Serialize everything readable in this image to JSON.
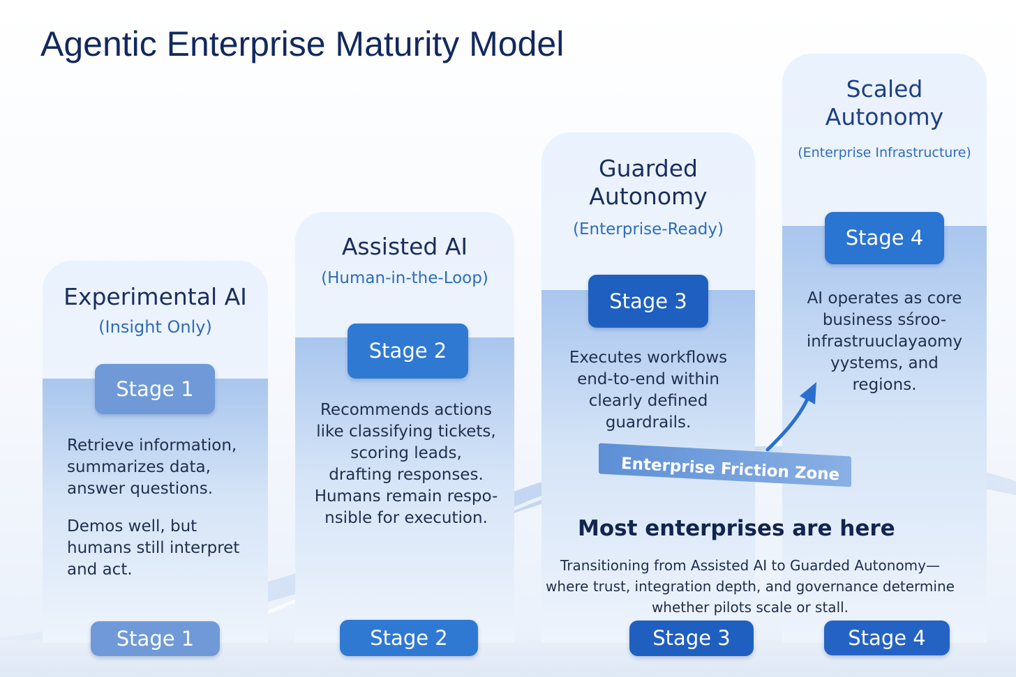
{
  "title": "Agentic Enterprise Maturity Model",
  "colors": {
    "title": "#12295e",
    "stage1_pill": "#6f9ad7",
    "stage2_pill": "#2f79d3",
    "stage3_pill": "#1f5fbf",
    "stage4_pill": "#2a74d2",
    "subtitle": "#2d6cb8"
  },
  "stages": [
    {
      "title_lines": [
        "Experimental AI"
      ],
      "subtitle": "(Insight Only)",
      "badge": "Stage 1",
      "paragraphs": [
        [
          "Retrieve information,",
          "summarizes data,",
          "answer questions."
        ],
        [
          "Demos well, but",
          "humans still interpret",
          "and act."
        ]
      ],
      "footer": "Stage 1"
    },
    {
      "title_lines": [
        "Assisted AI"
      ],
      "subtitle": "(Human-in-the-Loop)",
      "badge": "Stage 2",
      "paragraphs": [
        [
          "Recommends actions",
          "like classifying tickets,",
          "scoring leads,",
          "drafting responses.",
          "Humans remain respo-",
          "nsible for execution."
        ]
      ],
      "footer": "Stage 2"
    },
    {
      "title_lines": [
        "Guarded",
        "Autonomy"
      ],
      "subtitle": "(Enterprise-Ready)",
      "badge": "Stage 3",
      "paragraphs": [
        [
          "Executes workflows",
          "end-to-end within",
          "clearly defined",
          "guardrails."
        ]
      ],
      "footer": "Stage 3"
    },
    {
      "title_lines": [
        "Scaled",
        "Autonomy"
      ],
      "subtitle": "(Enterprise Infrastructure)",
      "badge": "Stage 4",
      "paragraphs": [
        [
          "AI operates as core",
          "business sśroo-",
          "infrastruuclayaomy",
          "yystems, and",
          "regions."
        ]
      ],
      "footer": "Stage 4"
    }
  ],
  "friction_zone": "Enterprise  Friction Zone",
  "callout": {
    "title": "Most enterprises are here",
    "lines": [
      "Transitioning from Assisted AI to Guarded Autonomy—",
      "where trust, integration depth, and governance determine",
      "whether pilots scale or stall."
    ]
  }
}
